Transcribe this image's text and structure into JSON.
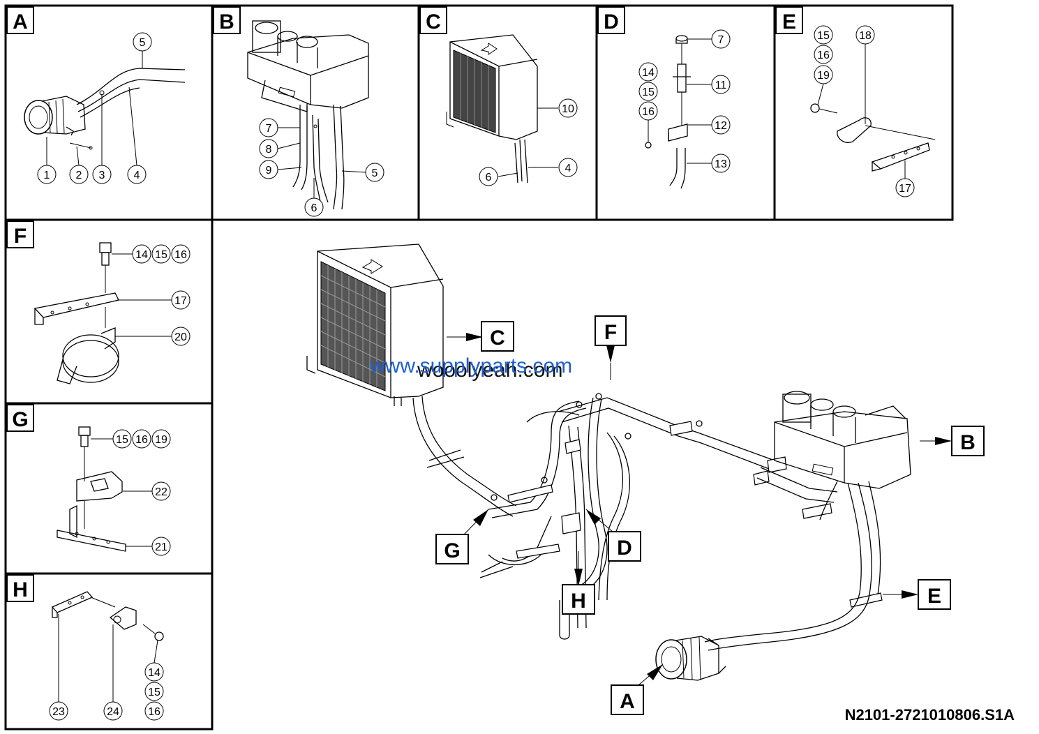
{
  "panels": [
    {
      "id": "A"
    },
    {
      "id": "B"
    },
    {
      "id": "C"
    },
    {
      "id": "D"
    },
    {
      "id": "E"
    },
    {
      "id": "F"
    },
    {
      "id": "G"
    },
    {
      "id": "H"
    }
  ],
  "callouts": {
    "A": [
      "1",
      "2",
      "3",
      "4",
      "5"
    ],
    "B": [
      "5",
      "6",
      "7",
      "8",
      "9"
    ],
    "C": [
      "4",
      "6",
      "10"
    ],
    "D": [
      "7",
      "11",
      "12",
      "13",
      "14",
      "15",
      "16"
    ],
    "E": [
      "15",
      "16",
      "17",
      "18",
      "19"
    ],
    "F": [
      "14",
      "15",
      "16",
      "17",
      "20"
    ],
    "G": [
      "15",
      "16",
      "19",
      "21",
      "22"
    ],
    "H": [
      "14",
      "15",
      "16",
      "23",
      "24"
    ]
  },
  "main_labels": [
    "A",
    "B",
    "C",
    "D",
    "E",
    "F",
    "G",
    "H"
  ],
  "watermark": {
    "text_blue": "www.supplyparts.com",
    "text_black": "wooolyeah.com"
  },
  "reference": "N2101-2721010806.S1A",
  "colors": {
    "line": "#000000",
    "watermark_blue": "#1f5fcf"
  }
}
